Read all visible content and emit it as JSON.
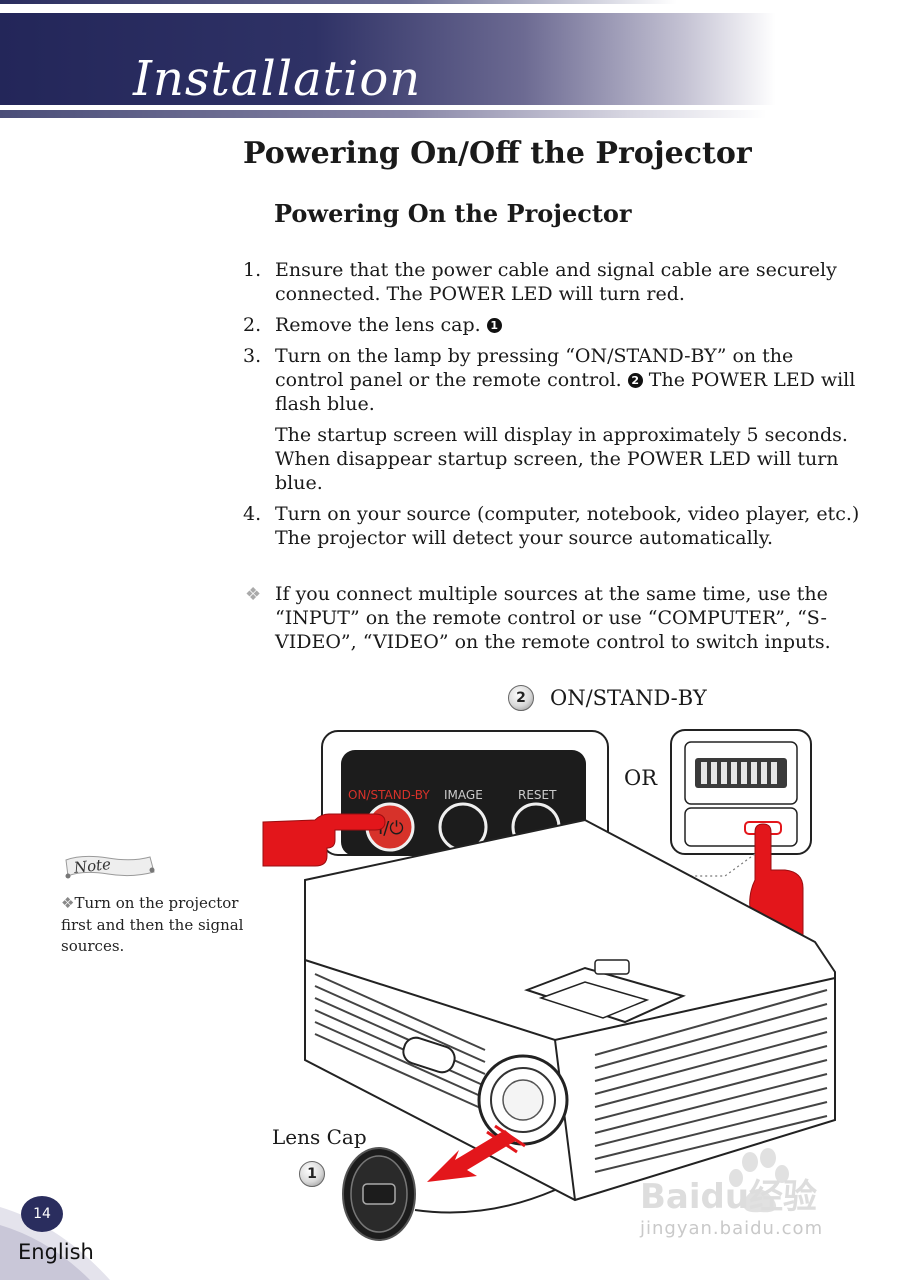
{
  "header": {
    "section_title": "Installation"
  },
  "main": {
    "title": "Powering On/Off the Projector",
    "subtitle": "Powering On the Projector",
    "steps": [
      {
        "num": "1.",
        "text": "Ensure that the power cable and signal cable are securely connected. The POWER LED will turn red."
      },
      {
        "num": "2.",
        "text": "Remove the lens cap.",
        "marker": "1"
      },
      {
        "num": "3.",
        "text_before": "Turn on the lamp by pressing “ON/STAND-BY” on the control panel or the remote control.",
        "marker": "2",
        "text_after": "The POWER LED will flash blue.",
        "extra": "The startup screen will display in approximately 5 seconds. When disappear startup screen, the POWER LED will turn blue."
      },
      {
        "num": "4.",
        "text": "Turn on your source (computer, notebook, video player, etc.) The projector will detect your source automatically."
      }
    ],
    "tip": "If you connect multiple sources at the same time, use the “INPUT” on the remote control or use “COMPUTER”, “S-VIDEO”, “VIDEO” on the remote control to switch inputs."
  },
  "note": {
    "tag": "Note",
    "text": "Turn on the projector first and then the signal sources."
  },
  "illustration": {
    "callout_on_standby": {
      "num": "2",
      "label": "ON/STAND-BY"
    },
    "or_label": "OR",
    "panel_labels": {
      "on_standby": "ON/STAND-BY",
      "image": "IMAGE",
      "reset": "RESET"
    },
    "lens_cap": {
      "num": "1",
      "label": "Lens Cap"
    }
  },
  "footer": {
    "page_number": "14",
    "language": "English"
  },
  "watermark": {
    "brand": "Baidu经验",
    "url": "jingyan.baidu.com"
  },
  "colors": {
    "banner_dark": "#232659",
    "hand_red": "#e3161b",
    "button_red": "#d7322a",
    "panel_black": "#1c1c1c"
  }
}
